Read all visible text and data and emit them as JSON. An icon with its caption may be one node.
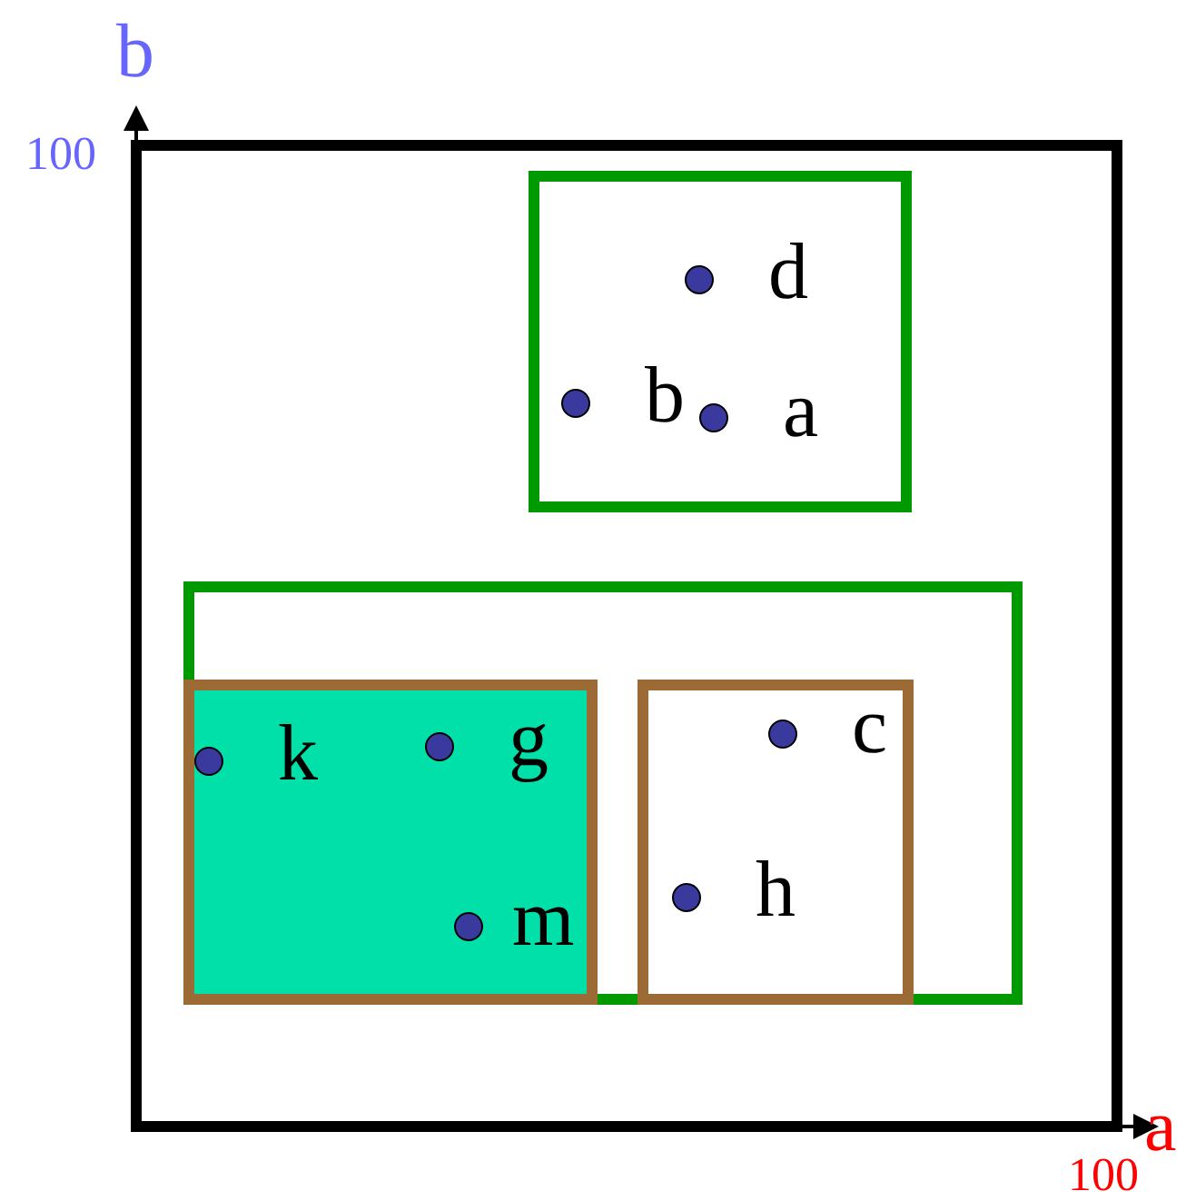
{
  "diagram": {
    "nodes": [
      {
        "text": [],
        "shape": "box"
      },
      {
        "text": [],
        "shape": "box",
        "in": 0
      },
      {
        "text": [],
        "shape": "circle",
        "in": 1,
        "beside": [
          "d"
        ]
      },
      {
        "text": [],
        "shape": "circle",
        "in": 1,
        "beside": [
          "b"
        ]
      },
      {
        "text": [],
        "shape": "circle",
        "in": 1,
        "beside": [
          "a"
        ]
      },
      {
        "text": [],
        "shape": "box",
        "in": 0
      },
      {
        "text": [],
        "shape": "box",
        "in": 5
      },
      {
        "text": [],
        "shape": "circle",
        "in": 6,
        "beside": [
          "k"
        ]
      },
      {
        "text": [],
        "shape": "circle",
        "in": 6,
        "beside": [
          "g"
        ]
      },
      {
        "text": [],
        "shape": "circle",
        "in": 6,
        "beside": [
          "m"
        ]
      },
      {
        "text": [],
        "shape": "box",
        "in": 5
      },
      {
        "text": [],
        "shape": "circle",
        "in": 10,
        "beside": [
          "c"
        ]
      },
      {
        "text": [],
        "shape": "circle",
        "in": 10,
        "beside": [
          "h"
        ]
      }
    ],
    "edges": [],
    "labels": [
      "b",
      "100",
      "a",
      "100"
    ]
  }
}
